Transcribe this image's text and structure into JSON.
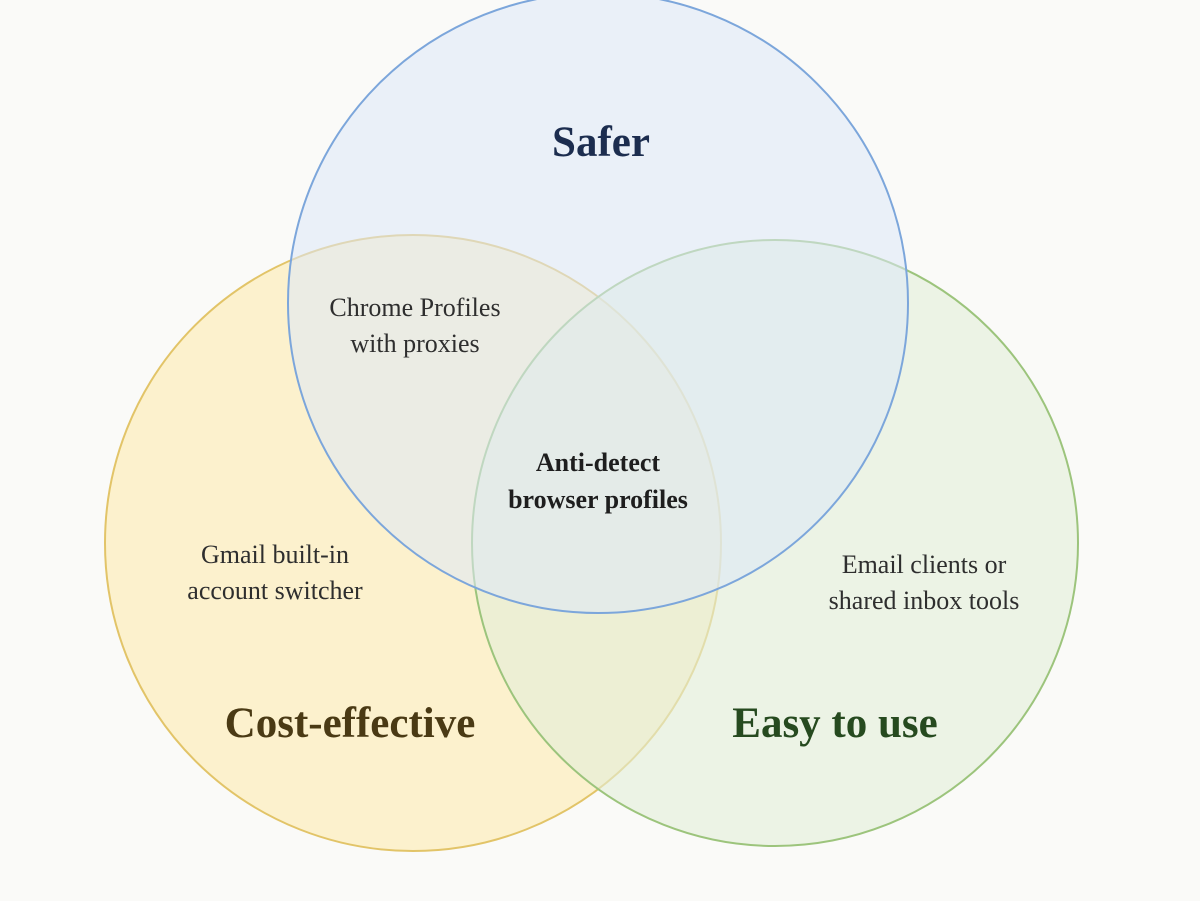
{
  "sets": {
    "safer": {
      "title": "Safer",
      "fill": "#dce7f7",
      "stroke": "#7ca6db",
      "text_color": "#1c2d4f"
    },
    "cost_effective": {
      "title": "Cost-effective",
      "fill": "#fbeec6",
      "stroke": "#e2c468",
      "text_color": "#4a3a14"
    },
    "easy_to_use": {
      "title": "Easy to use",
      "fill": "#e3eed9",
      "stroke": "#9cc47c",
      "text_color": "#264a1f"
    }
  },
  "regions": {
    "safer_cost": [
      "Chrome Profiles",
      "with proxies"
    ],
    "cost_only": [
      "Gmail built-in",
      "account switcher"
    ],
    "easy_only": [
      "Email clients or",
      "shared inbox tools"
    ],
    "center": [
      "Anti-detect",
      "browser profiles"
    ]
  }
}
